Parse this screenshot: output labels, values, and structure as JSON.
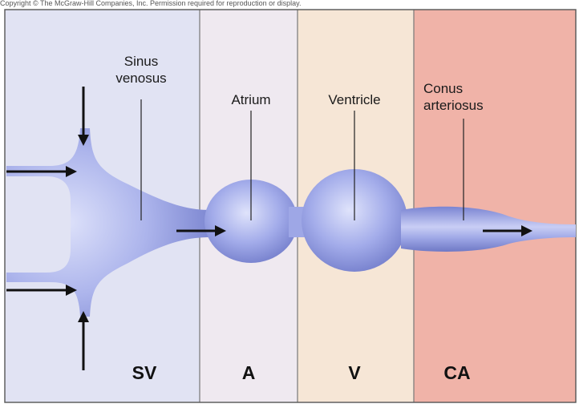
{
  "header_strip": "Copyright © The McGraw-Hill Companies, Inc. Permission required for reproduction or display.",
  "labels": {
    "sinus_venosus": [
      "Sinus",
      "venosus"
    ],
    "atrium": "Atrium",
    "ventricle": "Ventricle",
    "conus_arteriosus": [
      "Conus",
      "arteriosus"
    ]
  },
  "regions": {
    "sv": "SV",
    "a": "A",
    "v": "V",
    "ca": "CA"
  },
  "colors": {
    "sv_panel": "#e1e3f3",
    "a_panel": "#efe9f0",
    "v_panel": "#f6e6d6",
    "ca_panel": "#f0b3a8",
    "tube": "#8d97dd",
    "tube_light": "#dfe3fb",
    "tube_dark": "#6f79c6"
  }
}
